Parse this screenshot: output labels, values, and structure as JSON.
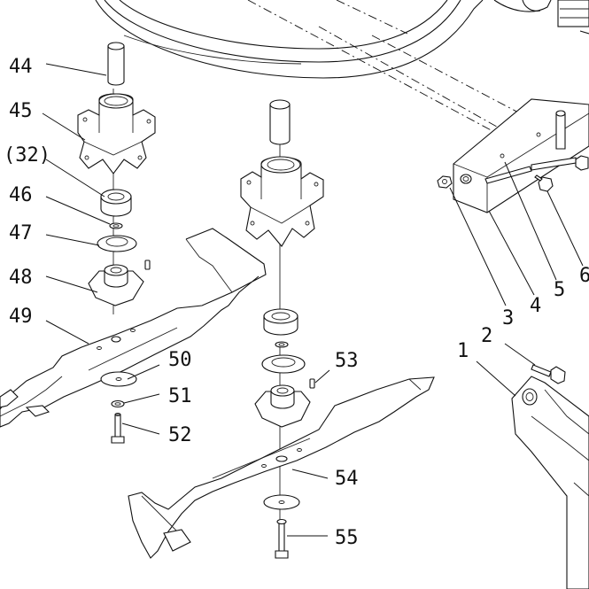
{
  "callouts": [
    {
      "id": "44",
      "label": "44"
    },
    {
      "id": "45",
      "label": "45"
    },
    {
      "id": "32",
      "label": "(32)"
    },
    {
      "id": "46",
      "label": "46"
    },
    {
      "id": "47",
      "label": "47"
    },
    {
      "id": "48",
      "label": "48"
    },
    {
      "id": "49",
      "label": "49"
    },
    {
      "id": "50",
      "label": "50"
    },
    {
      "id": "51",
      "label": "51"
    },
    {
      "id": "52",
      "label": "52"
    },
    {
      "id": "53",
      "label": "53"
    },
    {
      "id": "54",
      "label": "54"
    },
    {
      "id": "55",
      "label": "55"
    },
    {
      "id": "1",
      "label": "1"
    },
    {
      "id": "2",
      "label": "2"
    },
    {
      "id": "3",
      "label": "3"
    },
    {
      "id": "4",
      "label": "4"
    },
    {
      "id": "5",
      "label": "5"
    },
    {
      "id": "6",
      "label": "6"
    }
  ]
}
